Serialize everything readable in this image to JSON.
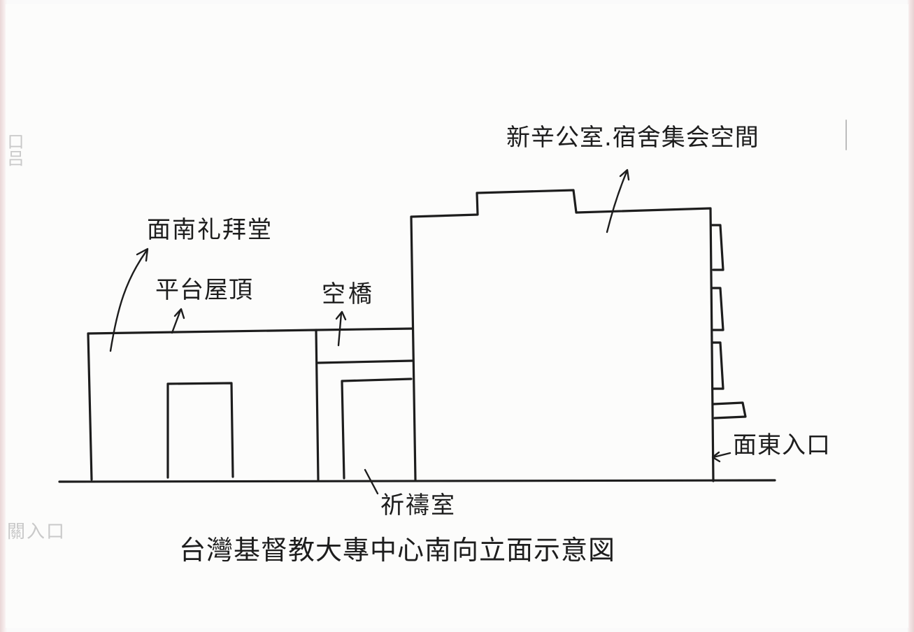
{
  "labels": {
    "office_dorm_assembly": "新辛公室.宿舍集会空間",
    "south_chapel": "面南礼拜堂",
    "flat_roof": "平台屋頂",
    "sky_bridge": "空橋",
    "prayer_room": "祈禱室",
    "east_entrance": "面東入口",
    "caption": "台灣基督教大專中心南向立面示意図"
  },
  "bleed_through": {
    "left_top": "口吕",
    "left_bottom": "關入口"
  },
  "colors": {
    "ink": "#1d1d1d",
    "paper": "#fcfcfb",
    "border": "#d8c4c4"
  }
}
